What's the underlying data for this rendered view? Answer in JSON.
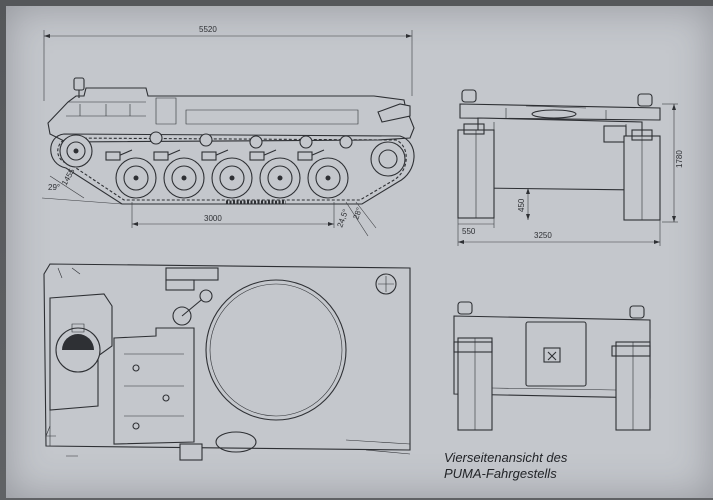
{
  "caption": {
    "line1": "Vierseitenansicht des",
    "line2": "PUMA-Fahrgestells"
  },
  "dimensions": {
    "overall_length": "5520",
    "track_contact_length": "3000",
    "rear_width": "550",
    "overall_width": "3250",
    "total_height": "1780",
    "ground_clearance": "450",
    "front_angle_1": "29°",
    "front_angle_2": "1455",
    "rear_angle_1": "24,5°",
    "rear_angle_2": "28°"
  },
  "views": {
    "side": "side-view",
    "front": "front-view",
    "top": "top-view",
    "rear": "rear-view"
  },
  "colors": {
    "paper": "#c4c7cc",
    "ink": "#2e3034",
    "background": "#5d5f62"
  }
}
